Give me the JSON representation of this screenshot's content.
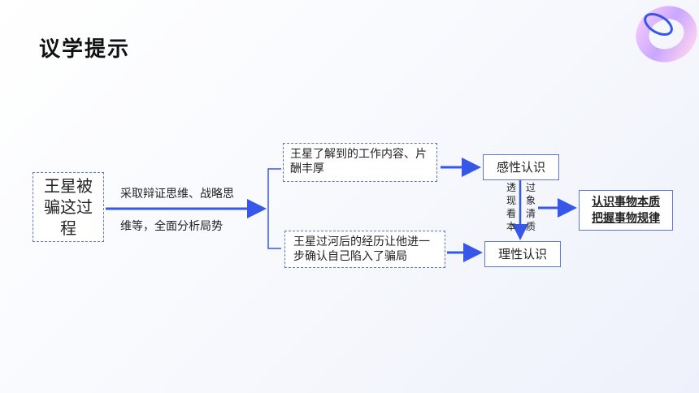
{
  "page_title": "议学提示",
  "root_node": "王星被骗这过程",
  "edge_label_line1": "采取辩证思维、战略思",
  "edge_label_line2": "维等，全面分析局势",
  "top_node": "王星了解到的工作内容、片酬丰厚",
  "bottom_node": "王星过河后的经历让他进一步确认自己陷入了骗局",
  "perceptual_node": "感性认识",
  "rational_node": "理性认识",
  "vertical_left": [
    "透",
    "现",
    "看",
    "本"
  ],
  "vertical_right": [
    "过",
    "象",
    "清",
    "质"
  ],
  "result_line1": "认识事物本质",
  "result_line2": "把握事物规律",
  "colors": {
    "accent": "#3657e8",
    "border": "#5a78d6",
    "ring": "#c9a7ff"
  }
}
